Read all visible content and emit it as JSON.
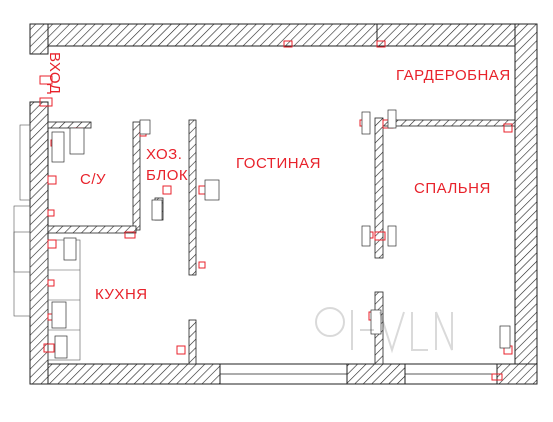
{
  "plan": {
    "rooms": {
      "wardrobe": "ГАРДЕРОБНАЯ",
      "bathroom": "С/У",
      "storage_line1": "ХОЗ.",
      "storage_line2": "БЛОК",
      "living_room": "ГОСТИНАЯ",
      "bedroom": "СПАЛЬНЯ",
      "kitchen": "КУХНЯ",
      "entrance": "ВХОД"
    },
    "colors": {
      "wall_hatch": "#222222",
      "label": "#e8222b",
      "background": "#ffffff"
    }
  }
}
